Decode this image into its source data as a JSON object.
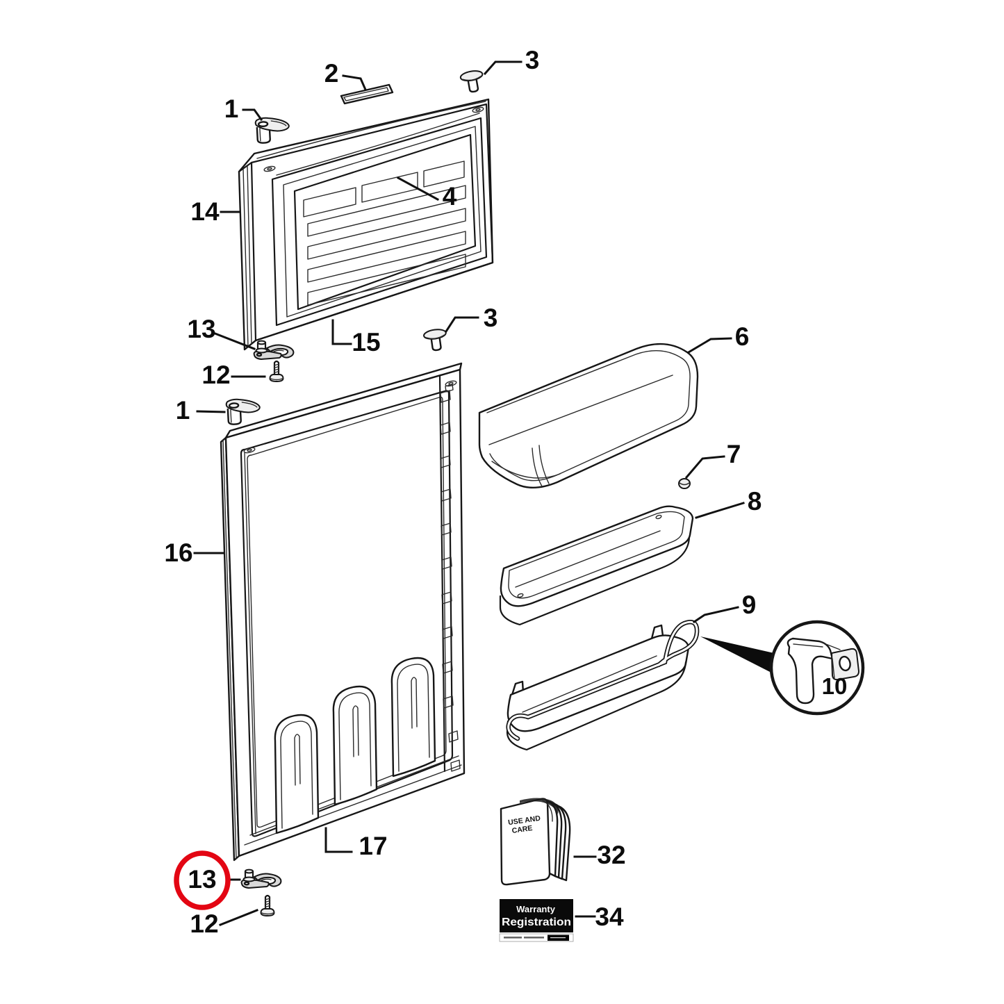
{
  "figure": {
    "kind": "exploded-parts-diagram",
    "subject": "refrigerator door assembly with door shelves",
    "background": "#ffffff",
    "ink": "#161616"
  },
  "highlight": {
    "circled_part": "13",
    "color": "#e30613"
  },
  "callouts": {
    "c1_top": "1",
    "c2": "2",
    "c3_top": "3",
    "c4": "4",
    "c14": "14",
    "c13_mid": "13",
    "c15": "15",
    "c3_mid": "3",
    "c12_mid": "12",
    "c1_mid": "1",
    "c6": "6",
    "c7": "7",
    "c8": "8",
    "c16": "16",
    "c9": "9",
    "c10": "10",
    "c17": "17",
    "c13_bottom": "13",
    "c12_bottom": "12",
    "c32": "32",
    "c34": "34"
  },
  "booklet": {
    "line1": "USE AND",
    "line2": "CARE"
  },
  "warranty_card": {
    "line1": "Warranty",
    "line2": "Registration"
  },
  "parts_shown": [
    "1",
    "2",
    "3",
    "4",
    "6",
    "7",
    "8",
    "9",
    "10",
    "12",
    "13",
    "14",
    "15",
    "16",
    "17",
    "32",
    "34"
  ]
}
